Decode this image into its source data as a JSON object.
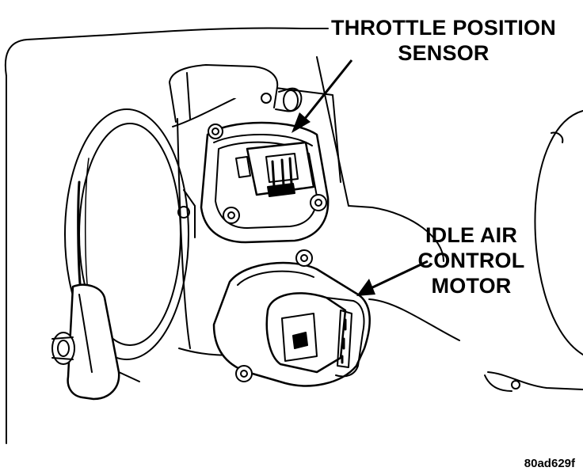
{
  "callouts": {
    "throttle_position_sensor": [
      "THROTTLE POSITION",
      "SENSOR"
    ],
    "idle_air_control_motor": [
      "IDLE AIR",
      "CONTROL",
      "MOTOR"
    ]
  },
  "figure_id": "80ad629f",
  "colors": {
    "line": "#000000",
    "fill": "#ffffff",
    "shade": "#000000"
  }
}
